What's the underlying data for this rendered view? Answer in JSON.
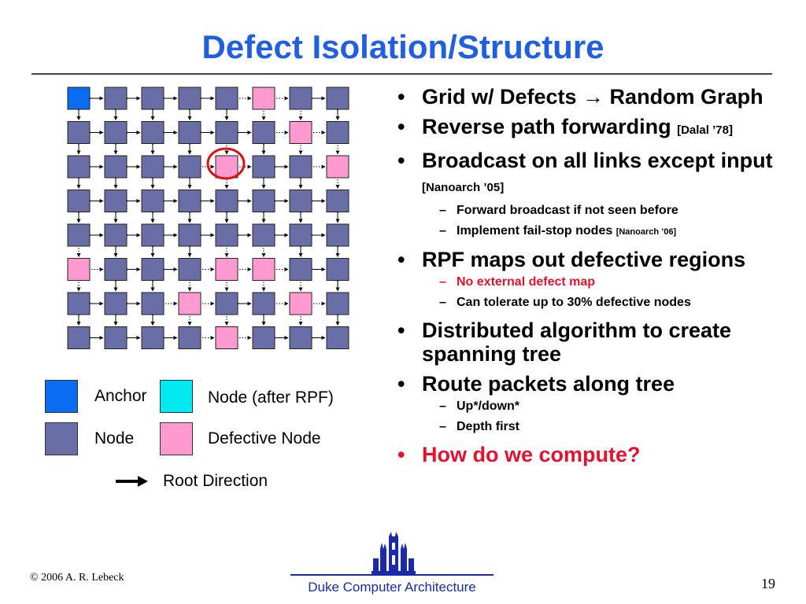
{
  "slide": {
    "title": "Defect Isolation/Structure",
    "page_number": "19",
    "copyright": "© 2006 A. R. Lebeck",
    "footer_center": "Duke Computer Architecture"
  },
  "colors": {
    "title": "#1f5fe0",
    "anchor": "#0a6cf0",
    "node": "#6a6ea6",
    "node_after_rpf": "#00e8f0",
    "defective": "#ff9ad0",
    "highlight_circle": "#e01010",
    "emphasis_red": "#e8112d"
  },
  "grid": {
    "rows": 8,
    "cols": 8,
    "cells": [
      [
        "A",
        "N",
        "N",
        "N",
        "N",
        "D",
        "N",
        "N"
      ],
      [
        "N",
        "N",
        "N",
        "N",
        "N",
        "N",
        "D",
        "N"
      ],
      [
        "N",
        "N",
        "N",
        "N",
        "D",
        "N",
        "N",
        "D"
      ],
      [
        "N",
        "N",
        "N",
        "N",
        "N",
        "N",
        "N",
        "N"
      ],
      [
        "N",
        "N",
        "N",
        "N",
        "N",
        "N",
        "N",
        "N"
      ],
      [
        "D",
        "N",
        "N",
        "N",
        "D",
        "D",
        "N",
        "N"
      ],
      [
        "N",
        "N",
        "N",
        "D",
        "N",
        "N",
        "D",
        "N"
      ],
      [
        "N",
        "N",
        "N",
        "N",
        "D",
        "N",
        "N",
        "N"
      ]
    ],
    "cell_legend": {
      "A": "anchor",
      "N": "node",
      "D": "defective node"
    },
    "circled_cell": {
      "row": 2,
      "col": 4
    }
  },
  "legend": {
    "anchor_label": "Anchor",
    "node_after_rpf_label": "Node (after RPF)",
    "node_label": "Node",
    "defective_label": "Defective Node",
    "root_direction_label": "Root Direction"
  },
  "bullets": {
    "b1": "Grid w/ Defects → Random Graph",
    "b2_text": "Reverse path forwarding ",
    "b2_cite": "[Dalal ’78]",
    "b3_text": "Broadcast on all links except input ",
    "b3_cite": "[Nanoarch ’05]",
    "b3_sub1": "Forward broadcast if not seen before",
    "b3_sub2_text": "Implement fail-stop nodes ",
    "b3_sub2_cite": "[Nanoarch ’06]",
    "b4": "RPF maps out defective regions",
    "b4_sub1": "No external defect map",
    "b4_sub2": "Can tolerate up to 30% defective nodes",
    "b5": "Distributed algorithm to create spanning tree",
    "b6": "Route packets along tree",
    "b6_sub1": "Up*/down*",
    "b6_sub2": "Depth first",
    "b7": "How do we compute?",
    "bullet_char": "•",
    "dash_char": "–"
  }
}
